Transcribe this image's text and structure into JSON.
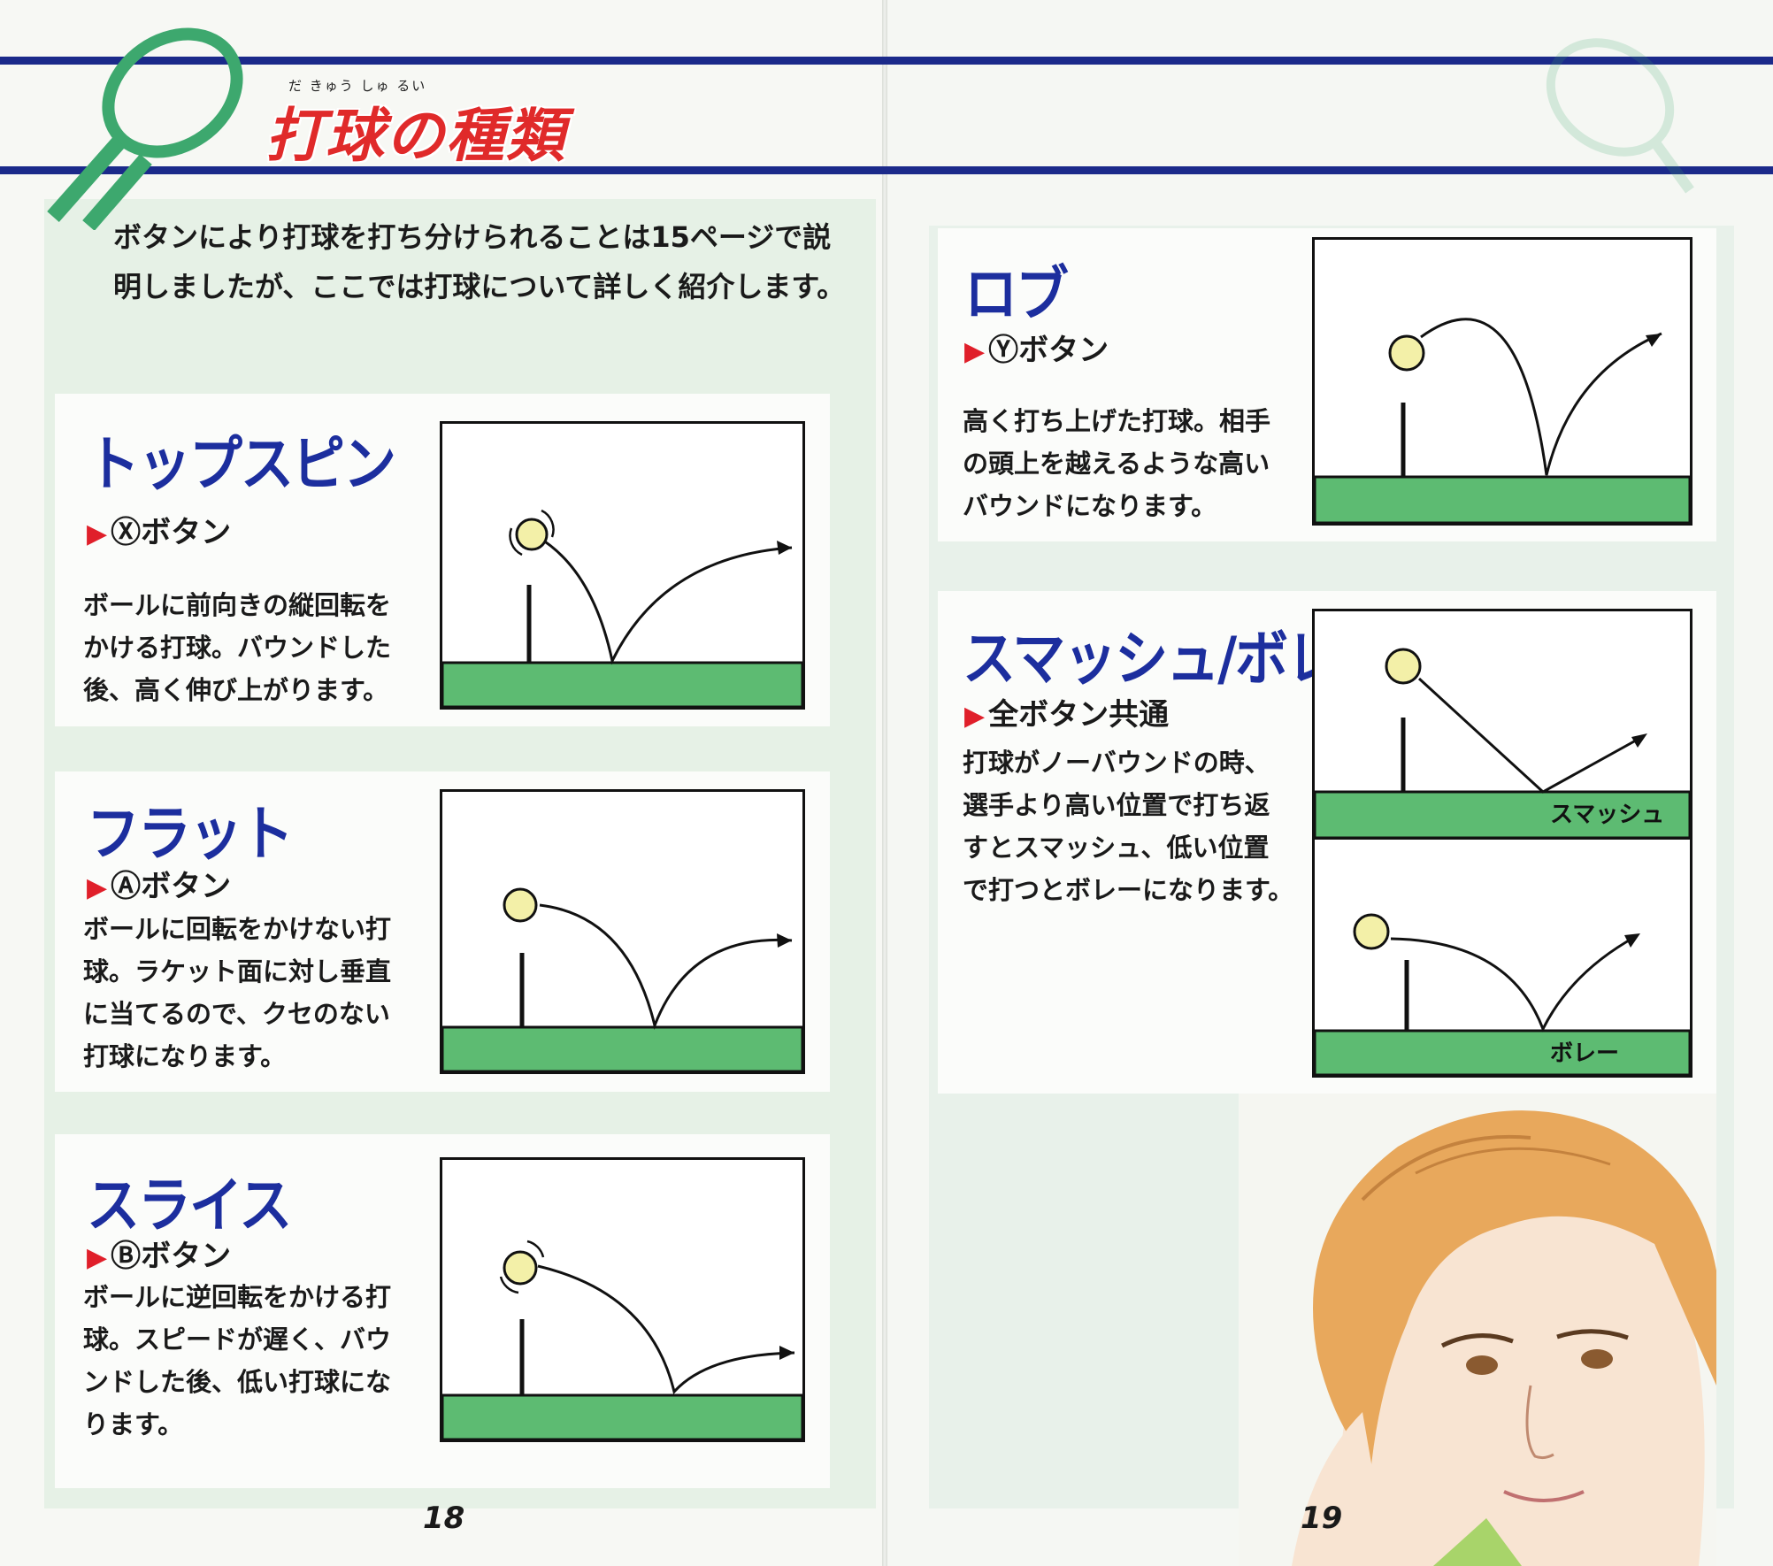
{
  "left_page": {
    "title": "打球の種類",
    "title_ruby": "だ  きゅう          しゅ  るい",
    "intro_line1": "ボタンにより打球を打ち分けられることは15ページで説",
    "intro_line2": "明しましたが、ここでは打球について詳しく紹介します。",
    "page_number": "18",
    "sections": [
      {
        "heading": "トップスピン",
        "button_label": "Ⓧボタン",
        "desc_lines": [
          "ボールに前向きの縦回転を",
          "かける打球。バウンドした",
          "後、高く伸び上がります。"
        ]
      },
      {
        "heading": "フラット",
        "button_label": "Ⓐボタン",
        "desc_lines": [
          "ボールに回転をかけない打",
          "球。ラケット面に対し垂直",
          "に当てるので、クセのない",
          "打球になります。"
        ]
      },
      {
        "heading": "スライス",
        "button_label": "Ⓑボタン",
        "desc_lines": [
          "ボールに逆回転をかける打",
          "球。スピードが遅く、バウ",
          "ンドした後、低い打球にな",
          "ります。"
        ]
      }
    ]
  },
  "right_page": {
    "page_number": "19",
    "sections": [
      {
        "heading": "ロブ",
        "button_label": "Ⓨボタン",
        "desc_lines": [
          "高く打ち上げた打球。相手",
          "の頭上を越えるような高い",
          "バウンドになります。"
        ]
      },
      {
        "heading": "スマッシュ/ボレー",
        "button_label": "全ボタン共通",
        "desc_lines": [
          "打球がノーバウンドの時、",
          "選手より高い位置で打ち返",
          "すとスマッシュ、低い位置",
          "で打つとボレーになります。"
        ],
        "smash_label": "スマッシュ",
        "volley_label": "ボレー"
      }
    ]
  },
  "colors": {
    "band": "#1b2a8a",
    "court": "#5dbb72",
    "heading": "#1c2e9e",
    "title": "#e02a2a",
    "ball": "#f3f0a8"
  }
}
